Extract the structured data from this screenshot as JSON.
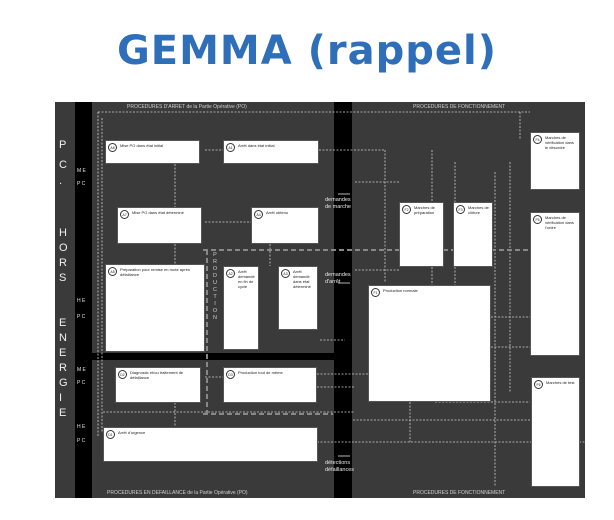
{
  "title": "GEMMA  (rappel)",
  "zones": {
    "top_left": "PROCEDURES D'ARRET de la Partie Opérative (PO)",
    "top_right": "PROCEDURES DE FONCTIONNEMENT",
    "bottom_left": "PROCEDURES EN DEFAILLANCE de la Partie Opérative (PO)",
    "bottom_right": "PROCEDURES DE FONCTIONNEMENT"
  },
  "left_letters": [
    "P",
    "C",
    ".",
    "H",
    "O",
    "R",
    "S",
    "E",
    "N",
    "E",
    "R",
    "G",
    "I",
    "E"
  ],
  "side_labels": {
    "me1": "M E",
    "pc1": "P C",
    "he1": "H E",
    "pc2": "P C",
    "me2": "M E",
    "pc3": "P C",
    "he2": "H E",
    "pc4": "P C"
  },
  "mid_labels": {
    "demandes_marche": [
      "demandes",
      "de marche"
    ],
    "demandes_arret": [
      "demandes",
      "d'arrêt"
    ],
    "detections": [
      "détections",
      "défaillances"
    ]
  },
  "production_vertical": [
    "P",
    "R",
    "O",
    "D",
    "U",
    "C",
    "T",
    "I",
    "O",
    "N"
  ],
  "boxes": [
    {
      "id": "A6",
      "label": "Mise PO dans état initial"
    },
    {
      "id": "A1",
      "label": "Arrêt dans état initial"
    },
    {
      "id": "A7",
      "label": "Mise PO dans état déterminé"
    },
    {
      "id": "A4",
      "label": "Arrêt obtenu"
    },
    {
      "id": "A5",
      "label": "Préparation pour remise en route après défaillance"
    },
    {
      "id": "A2",
      "label": "Arrêt demandé en fin de cycle"
    },
    {
      "id": "A3",
      "label": "Arrêt demandé dans état déterminé"
    },
    {
      "id": "F2",
      "label": "Marches de préparation"
    },
    {
      "id": "F3",
      "label": "Marches de clôture"
    },
    {
      "id": "F1",
      "label": "Production normale"
    },
    {
      "id": "F4",
      "label": "Marches de vérification dans le désordre"
    },
    {
      "id": "F5",
      "label": "Marches de vérification dans l'ordre"
    },
    {
      "id": "D2",
      "label": "Diagnostic et/ou traitement de défaillance"
    },
    {
      "id": "D3",
      "label": "Production tout de même"
    },
    {
      "id": "D1",
      "label": "Arrêt d'urgence"
    },
    {
      "id": "F6",
      "label": "Marches de test"
    }
  ]
}
